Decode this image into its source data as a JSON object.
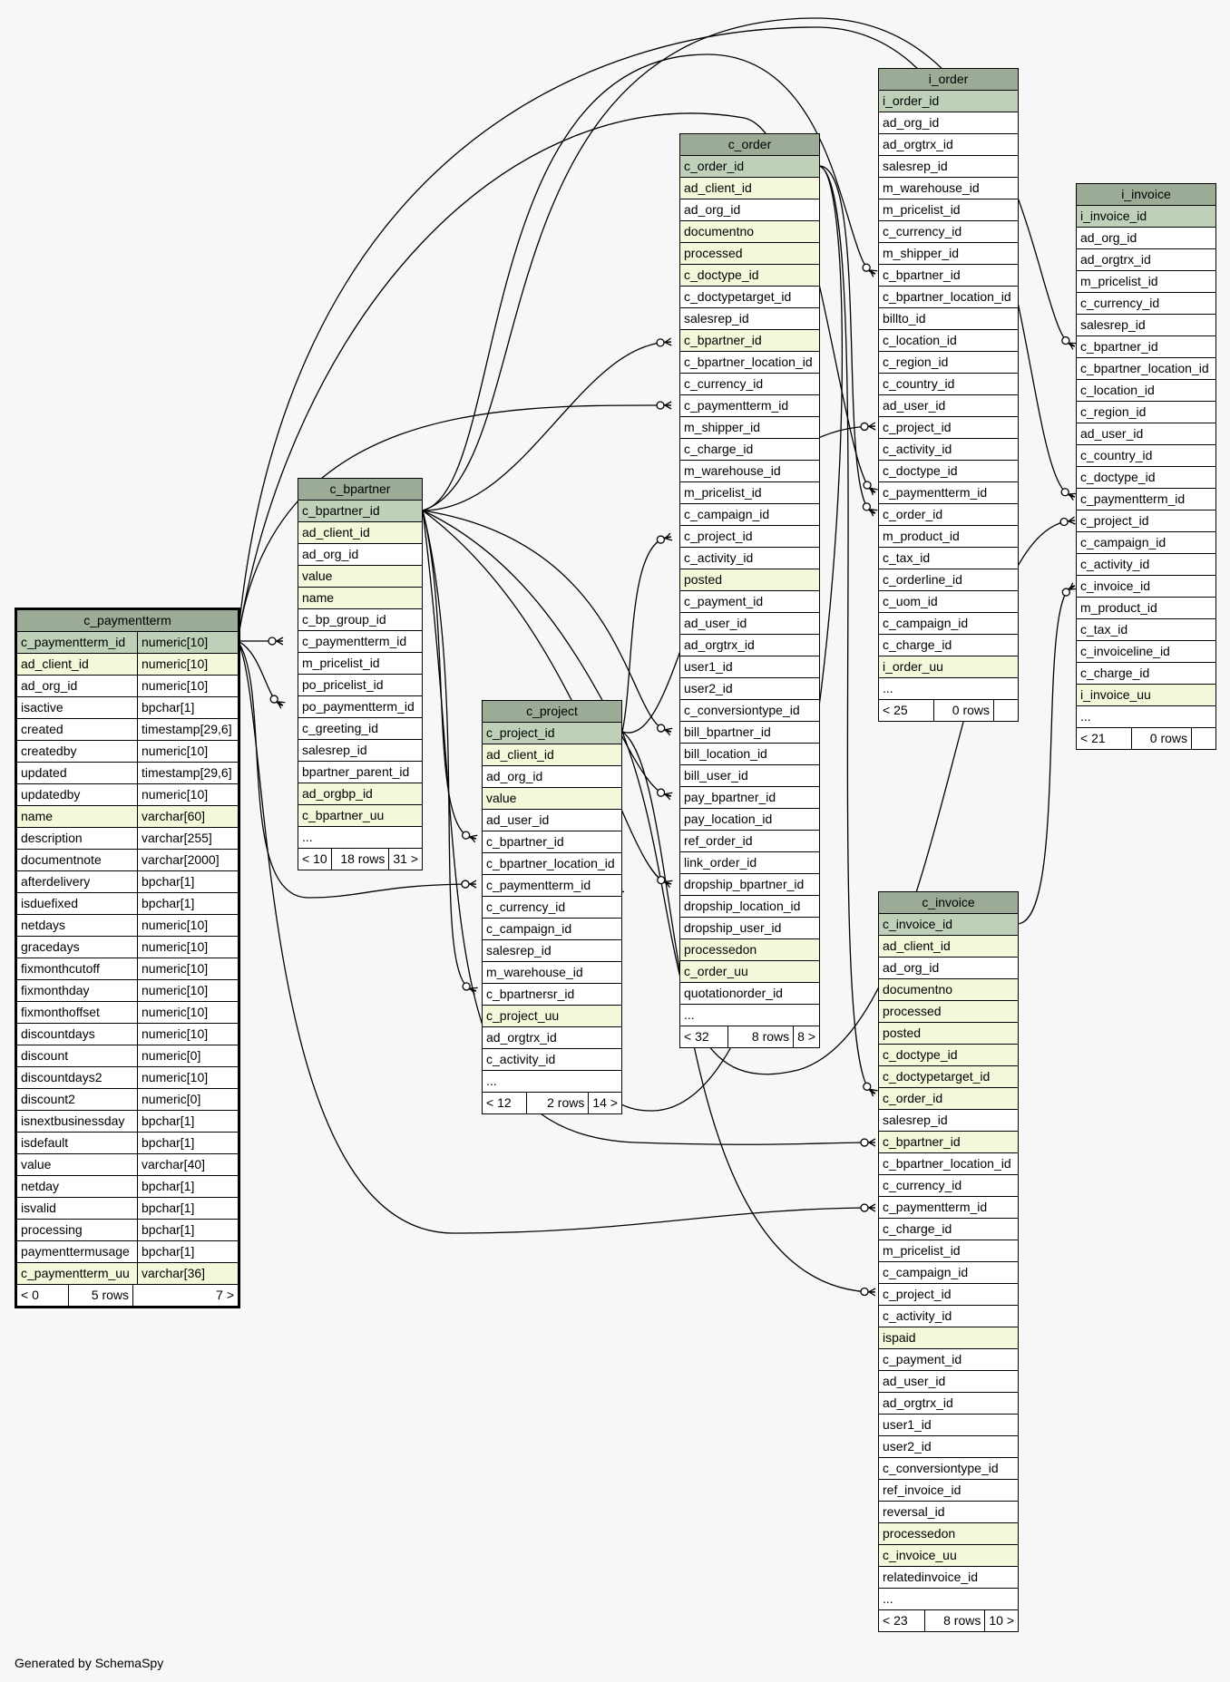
{
  "generated_by": "Generated by SchemaSpy",
  "tables": {
    "c_paymentterm": {
      "name": "c_paymentterm",
      "columns": [
        {
          "name": "c_paymentterm_id",
          "type": "numeric[10]",
          "kind": "pk"
        },
        {
          "name": "ad_client_id",
          "type": "numeric[10]",
          "kind": "idx"
        },
        {
          "name": "ad_org_id",
          "type": "numeric[10]",
          "kind": ""
        },
        {
          "name": "isactive",
          "type": "bpchar[1]",
          "kind": ""
        },
        {
          "name": "created",
          "type": "timestamp[29,6]",
          "kind": ""
        },
        {
          "name": "createdby",
          "type": "numeric[10]",
          "kind": ""
        },
        {
          "name": "updated",
          "type": "timestamp[29,6]",
          "kind": ""
        },
        {
          "name": "updatedby",
          "type": "numeric[10]",
          "kind": ""
        },
        {
          "name": "name",
          "type": "varchar[60]",
          "kind": "idx"
        },
        {
          "name": "description",
          "type": "varchar[255]",
          "kind": ""
        },
        {
          "name": "documentnote",
          "type": "varchar[2000]",
          "kind": ""
        },
        {
          "name": "afterdelivery",
          "type": "bpchar[1]",
          "kind": ""
        },
        {
          "name": "isduefixed",
          "type": "bpchar[1]",
          "kind": ""
        },
        {
          "name": "netdays",
          "type": "numeric[10]",
          "kind": ""
        },
        {
          "name": "gracedays",
          "type": "numeric[10]",
          "kind": ""
        },
        {
          "name": "fixmonthcutoff",
          "type": "numeric[10]",
          "kind": ""
        },
        {
          "name": "fixmonthday",
          "type": "numeric[10]",
          "kind": ""
        },
        {
          "name": "fixmonthoffset",
          "type": "numeric[10]",
          "kind": ""
        },
        {
          "name": "discountdays",
          "type": "numeric[10]",
          "kind": ""
        },
        {
          "name": "discount",
          "type": "numeric[0]",
          "kind": ""
        },
        {
          "name": "discountdays2",
          "type": "numeric[10]",
          "kind": ""
        },
        {
          "name": "discount2",
          "type": "numeric[0]",
          "kind": ""
        },
        {
          "name": "isnextbusinessday",
          "type": "bpchar[1]",
          "kind": ""
        },
        {
          "name": "isdefault",
          "type": "bpchar[1]",
          "kind": ""
        },
        {
          "name": "value",
          "type": "varchar[40]",
          "kind": ""
        },
        {
          "name": "netday",
          "type": "bpchar[1]",
          "kind": ""
        },
        {
          "name": "isvalid",
          "type": "bpchar[1]",
          "kind": ""
        },
        {
          "name": "processing",
          "type": "bpchar[1]",
          "kind": ""
        },
        {
          "name": "paymenttermusage",
          "type": "bpchar[1]",
          "kind": ""
        },
        {
          "name": "c_paymentterm_uu",
          "type": "varchar[36]",
          "kind": "idx"
        }
      ],
      "footer": [
        "< 0",
        "5 rows",
        "7 >"
      ]
    },
    "c_bpartner": {
      "name": "c_bpartner",
      "columns": [
        {
          "name": "c_bpartner_id",
          "kind": "pk"
        },
        {
          "name": "ad_client_id",
          "kind": "idx"
        },
        {
          "name": "ad_org_id",
          "kind": ""
        },
        {
          "name": "value",
          "kind": "idx"
        },
        {
          "name": "name",
          "kind": "idx"
        },
        {
          "name": "c_bp_group_id",
          "kind": ""
        },
        {
          "name": "c_paymentterm_id",
          "kind": ""
        },
        {
          "name": "m_pricelist_id",
          "kind": ""
        },
        {
          "name": "po_pricelist_id",
          "kind": ""
        },
        {
          "name": "po_paymentterm_id",
          "kind": ""
        },
        {
          "name": "c_greeting_id",
          "kind": ""
        },
        {
          "name": "salesrep_id",
          "kind": ""
        },
        {
          "name": "bpartner_parent_id",
          "kind": ""
        },
        {
          "name": "ad_orgbp_id",
          "kind": "idx"
        },
        {
          "name": "c_bpartner_uu",
          "kind": "idx"
        },
        {
          "name": "...",
          "kind": ""
        }
      ],
      "footer": [
        "< 10",
        "18 rows",
        "31 >"
      ]
    },
    "c_project": {
      "name": "c_project",
      "columns": [
        {
          "name": "c_project_id",
          "kind": "pk"
        },
        {
          "name": "ad_client_id",
          "kind": "idx"
        },
        {
          "name": "ad_org_id",
          "kind": ""
        },
        {
          "name": "value",
          "kind": "idx"
        },
        {
          "name": "ad_user_id",
          "kind": ""
        },
        {
          "name": "c_bpartner_id",
          "kind": ""
        },
        {
          "name": "c_bpartner_location_id",
          "kind": ""
        },
        {
          "name": "c_paymentterm_id",
          "kind": ""
        },
        {
          "name": "c_currency_id",
          "kind": ""
        },
        {
          "name": "c_campaign_id",
          "kind": ""
        },
        {
          "name": "salesrep_id",
          "kind": ""
        },
        {
          "name": "m_warehouse_id",
          "kind": ""
        },
        {
          "name": "c_bpartnersr_id",
          "kind": ""
        },
        {
          "name": "c_project_uu",
          "kind": "idx"
        },
        {
          "name": "ad_orgtrx_id",
          "kind": ""
        },
        {
          "name": "c_activity_id",
          "kind": ""
        },
        {
          "name": "...",
          "kind": ""
        }
      ],
      "footer": [
        "< 12",
        "2 rows",
        "14 >"
      ]
    },
    "c_order": {
      "name": "c_order",
      "columns": [
        {
          "name": "c_order_id",
          "kind": "pk"
        },
        {
          "name": "ad_client_id",
          "kind": "idx"
        },
        {
          "name": "ad_org_id",
          "kind": ""
        },
        {
          "name": "documentno",
          "kind": "idx"
        },
        {
          "name": "processed",
          "kind": "idx"
        },
        {
          "name": "c_doctype_id",
          "kind": "idx"
        },
        {
          "name": "c_doctypetarget_id",
          "kind": ""
        },
        {
          "name": "salesrep_id",
          "kind": ""
        },
        {
          "name": "c_bpartner_id",
          "kind": "idx"
        },
        {
          "name": "c_bpartner_location_id",
          "kind": ""
        },
        {
          "name": "c_currency_id",
          "kind": ""
        },
        {
          "name": "c_paymentterm_id",
          "kind": ""
        },
        {
          "name": "m_shipper_id",
          "kind": ""
        },
        {
          "name": "c_charge_id",
          "kind": ""
        },
        {
          "name": "m_warehouse_id",
          "kind": ""
        },
        {
          "name": "m_pricelist_id",
          "kind": ""
        },
        {
          "name": "c_campaign_id",
          "kind": ""
        },
        {
          "name": "c_project_id",
          "kind": ""
        },
        {
          "name": "c_activity_id",
          "kind": ""
        },
        {
          "name": "posted",
          "kind": "idx"
        },
        {
          "name": "c_payment_id",
          "kind": ""
        },
        {
          "name": "ad_user_id",
          "kind": ""
        },
        {
          "name": "ad_orgtrx_id",
          "kind": ""
        },
        {
          "name": "user1_id",
          "kind": ""
        },
        {
          "name": "user2_id",
          "kind": ""
        },
        {
          "name": "c_conversiontype_id",
          "kind": ""
        },
        {
          "name": "bill_bpartner_id",
          "kind": ""
        },
        {
          "name": "bill_location_id",
          "kind": ""
        },
        {
          "name": "bill_user_id",
          "kind": ""
        },
        {
          "name": "pay_bpartner_id",
          "kind": ""
        },
        {
          "name": "pay_location_id",
          "kind": ""
        },
        {
          "name": "ref_order_id",
          "kind": ""
        },
        {
          "name": "link_order_id",
          "kind": ""
        },
        {
          "name": "dropship_bpartner_id",
          "kind": ""
        },
        {
          "name": "dropship_location_id",
          "kind": ""
        },
        {
          "name": "dropship_user_id",
          "kind": ""
        },
        {
          "name": "processedon",
          "kind": "idx"
        },
        {
          "name": "c_order_uu",
          "kind": "idx"
        },
        {
          "name": "quotationorder_id",
          "kind": ""
        },
        {
          "name": "...",
          "kind": ""
        }
      ],
      "footer": [
        "< 32",
        "8 rows",
        "8 >"
      ]
    },
    "i_order": {
      "name": "i_order",
      "columns": [
        {
          "name": "i_order_id",
          "kind": "pk"
        },
        {
          "name": "ad_org_id",
          "kind": ""
        },
        {
          "name": "ad_orgtrx_id",
          "kind": ""
        },
        {
          "name": "salesrep_id",
          "kind": ""
        },
        {
          "name": "m_warehouse_id",
          "kind": ""
        },
        {
          "name": "m_pricelist_id",
          "kind": ""
        },
        {
          "name": "c_currency_id",
          "kind": ""
        },
        {
          "name": "m_shipper_id",
          "kind": ""
        },
        {
          "name": "c_bpartner_id",
          "kind": ""
        },
        {
          "name": "c_bpartner_location_id",
          "kind": ""
        },
        {
          "name": "billto_id",
          "kind": ""
        },
        {
          "name": "c_location_id",
          "kind": ""
        },
        {
          "name": "c_region_id",
          "kind": ""
        },
        {
          "name": "c_country_id",
          "kind": ""
        },
        {
          "name": "ad_user_id",
          "kind": ""
        },
        {
          "name": "c_project_id",
          "kind": ""
        },
        {
          "name": "c_activity_id",
          "kind": ""
        },
        {
          "name": "c_doctype_id",
          "kind": ""
        },
        {
          "name": "c_paymentterm_id",
          "kind": ""
        },
        {
          "name": "c_order_id",
          "kind": ""
        },
        {
          "name": "m_product_id",
          "kind": ""
        },
        {
          "name": "c_tax_id",
          "kind": ""
        },
        {
          "name": "c_orderline_id",
          "kind": ""
        },
        {
          "name": "c_uom_id",
          "kind": ""
        },
        {
          "name": "c_campaign_id",
          "kind": ""
        },
        {
          "name": "c_charge_id",
          "kind": ""
        },
        {
          "name": "i_order_uu",
          "kind": "idx"
        },
        {
          "name": "...",
          "kind": ""
        }
      ],
      "footer": [
        "< 25",
        "0 rows",
        ""
      ]
    },
    "i_invoice": {
      "name": "i_invoice",
      "columns": [
        {
          "name": "i_invoice_id",
          "kind": "pk"
        },
        {
          "name": "ad_org_id",
          "kind": ""
        },
        {
          "name": "ad_orgtrx_id",
          "kind": ""
        },
        {
          "name": "m_pricelist_id",
          "kind": ""
        },
        {
          "name": "c_currency_id",
          "kind": ""
        },
        {
          "name": "salesrep_id",
          "kind": ""
        },
        {
          "name": "c_bpartner_id",
          "kind": ""
        },
        {
          "name": "c_bpartner_location_id",
          "kind": ""
        },
        {
          "name": "c_location_id",
          "kind": ""
        },
        {
          "name": "c_region_id",
          "kind": ""
        },
        {
          "name": "ad_user_id",
          "kind": ""
        },
        {
          "name": "c_country_id",
          "kind": ""
        },
        {
          "name": "c_doctype_id",
          "kind": ""
        },
        {
          "name": "c_paymentterm_id",
          "kind": ""
        },
        {
          "name": "c_project_id",
          "kind": ""
        },
        {
          "name": "c_campaign_id",
          "kind": ""
        },
        {
          "name": "c_activity_id",
          "kind": ""
        },
        {
          "name": "c_invoice_id",
          "kind": ""
        },
        {
          "name": "m_product_id",
          "kind": ""
        },
        {
          "name": "c_tax_id",
          "kind": ""
        },
        {
          "name": "c_invoiceline_id",
          "kind": ""
        },
        {
          "name": "c_charge_id",
          "kind": ""
        },
        {
          "name": "i_invoice_uu",
          "kind": "idx"
        },
        {
          "name": "...",
          "kind": ""
        }
      ],
      "footer": [
        "< 21",
        "0 rows",
        ""
      ]
    },
    "c_invoice": {
      "name": "c_invoice",
      "columns": [
        {
          "name": "c_invoice_id",
          "kind": "pk"
        },
        {
          "name": "ad_client_id",
          "kind": "idx"
        },
        {
          "name": "ad_org_id",
          "kind": ""
        },
        {
          "name": "documentno",
          "kind": "idx"
        },
        {
          "name": "processed",
          "kind": "idx"
        },
        {
          "name": "posted",
          "kind": "idx"
        },
        {
          "name": "c_doctype_id",
          "kind": "idx"
        },
        {
          "name": "c_doctypetarget_id",
          "kind": "idx"
        },
        {
          "name": "c_order_id",
          "kind": "idx"
        },
        {
          "name": "salesrep_id",
          "kind": ""
        },
        {
          "name": "c_bpartner_id",
          "kind": "idx"
        },
        {
          "name": "c_bpartner_location_id",
          "kind": ""
        },
        {
          "name": "c_currency_id",
          "kind": ""
        },
        {
          "name": "c_paymentterm_id",
          "kind": ""
        },
        {
          "name": "c_charge_id",
          "kind": ""
        },
        {
          "name": "m_pricelist_id",
          "kind": ""
        },
        {
          "name": "c_campaign_id",
          "kind": ""
        },
        {
          "name": "c_project_id",
          "kind": ""
        },
        {
          "name": "c_activity_id",
          "kind": ""
        },
        {
          "name": "ispaid",
          "kind": "idx"
        },
        {
          "name": "c_payment_id",
          "kind": ""
        },
        {
          "name": "ad_user_id",
          "kind": ""
        },
        {
          "name": "ad_orgtrx_id",
          "kind": ""
        },
        {
          "name": "user1_id",
          "kind": ""
        },
        {
          "name": "user2_id",
          "kind": ""
        },
        {
          "name": "c_conversiontype_id",
          "kind": ""
        },
        {
          "name": "ref_invoice_id",
          "kind": ""
        },
        {
          "name": "reversal_id",
          "kind": ""
        },
        {
          "name": "processedon",
          "kind": "idx"
        },
        {
          "name": "c_invoice_uu",
          "kind": "idx"
        },
        {
          "name": "relatedinvoice_id",
          "kind": ""
        },
        {
          "name": "...",
          "kind": ""
        }
      ],
      "footer": [
        "< 23",
        "8 rows",
        "10 >"
      ]
    }
  }
}
